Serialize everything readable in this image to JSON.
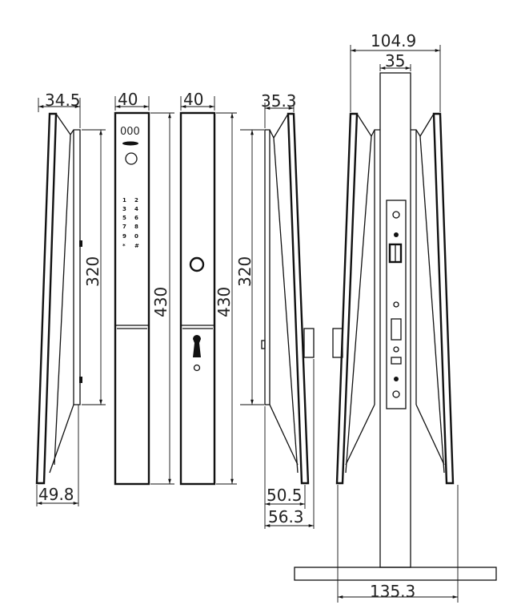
{
  "dimensions": {
    "side_top_width": "34.5",
    "side_bottom_width": "49.8",
    "side_height": "320",
    "front_width": "40",
    "front_height": "430",
    "back_width": "40",
    "back_height": "430",
    "side2_height": "320",
    "side2_top_width": "35.3",
    "side2_bottom_width_inner": "50.5",
    "side2_bottom_width_outer": "56.3",
    "assembly_overall_width": "104.9",
    "door_thickness": "35",
    "assembly_base_width": "135.3"
  },
  "front_panel": {
    "display_text": "000",
    "keypad": [
      "1",
      "2",
      "3",
      "4",
      "5",
      "6",
      "7",
      "8",
      "9",
      "0",
      "*",
      "#"
    ]
  },
  "color": "#111111"
}
